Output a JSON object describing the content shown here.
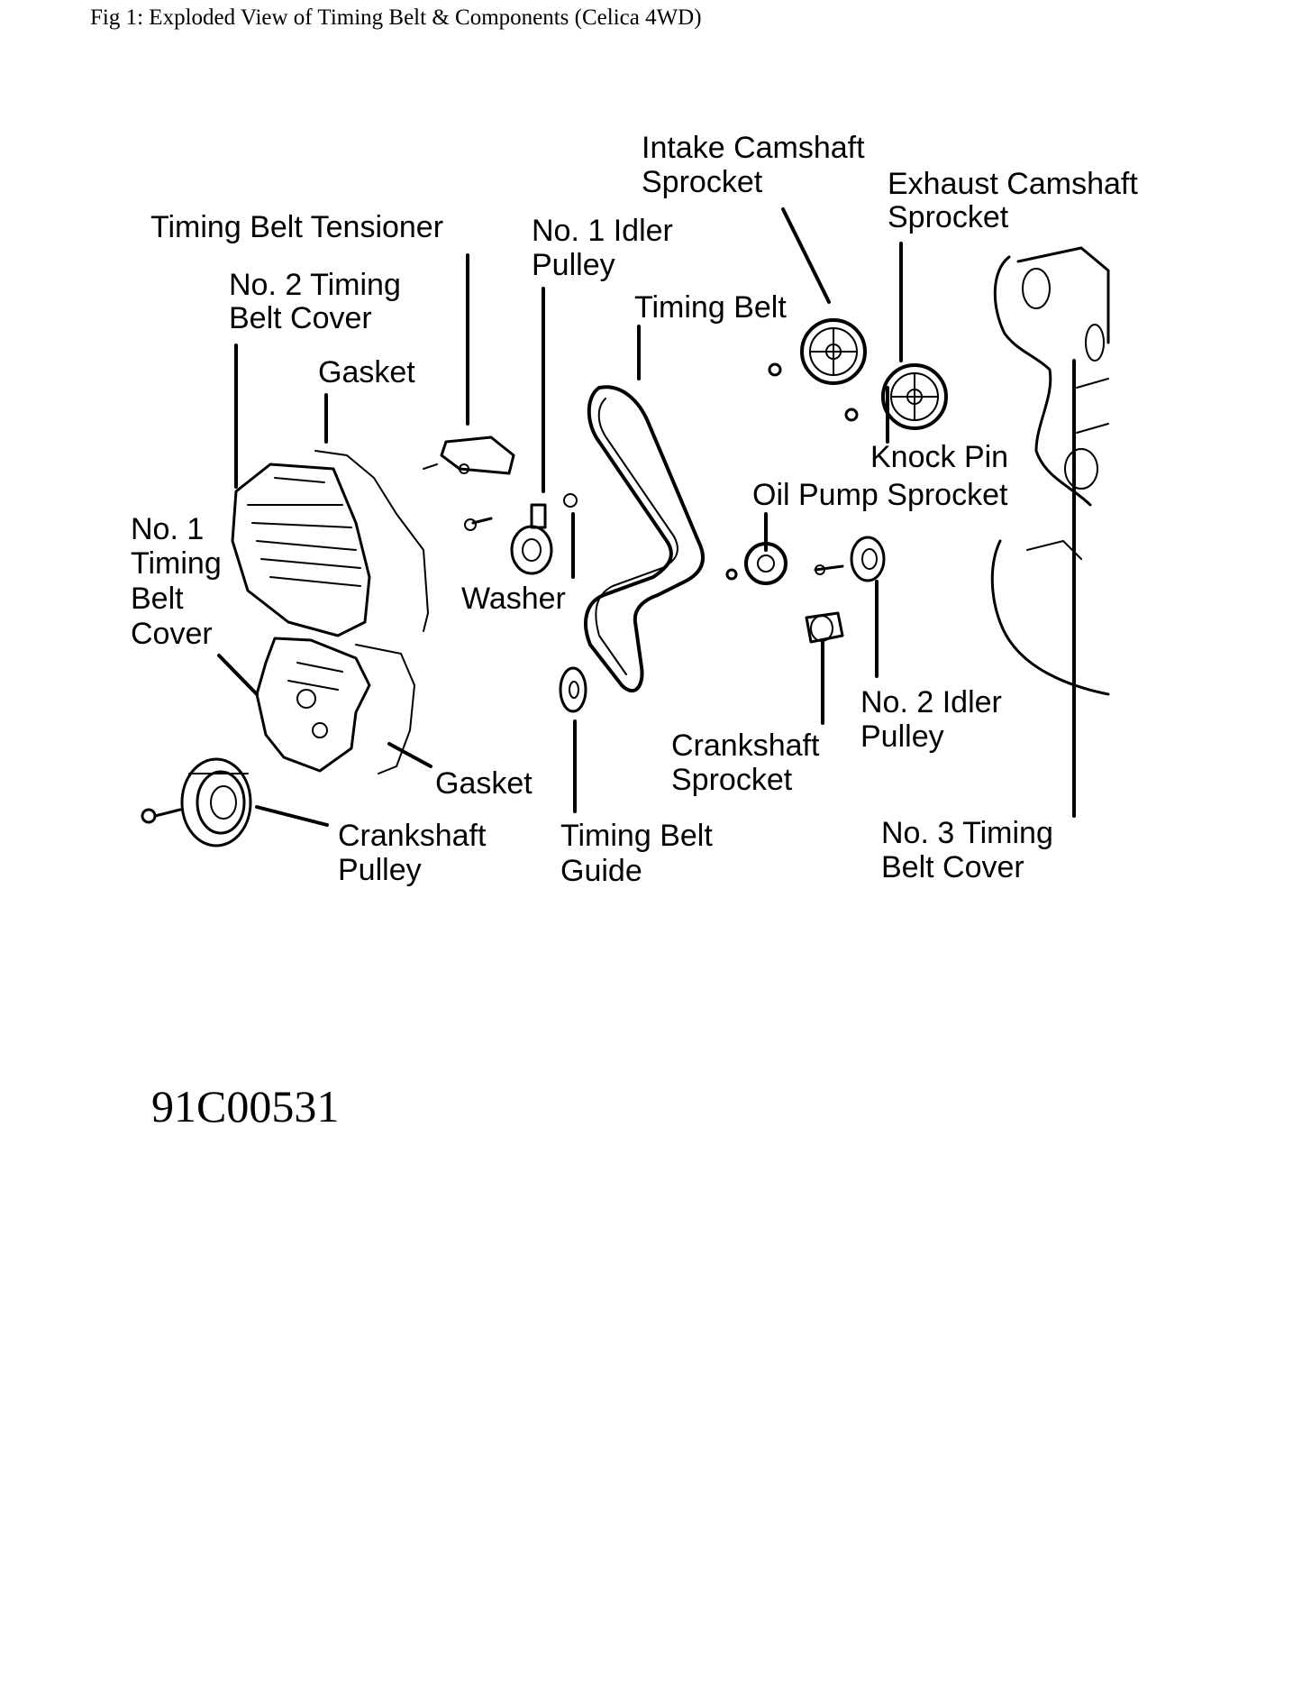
{
  "caption": "Fig 1: Exploded View of Timing Belt & Components (Celica 4WD)",
  "figure_id": "91C00531",
  "labels": {
    "intake_camshaft_sprocket": [
      "Intake Camshaft",
      "Sprocket"
    ],
    "exhaust_camshaft_sprocket": [
      "Exhaust Camshaft",
      "Sprocket"
    ],
    "timing_belt_tensioner": [
      "Timing Belt Tensioner"
    ],
    "no1_idler_pulley": [
      "No. 1 Idler",
      "Pulley"
    ],
    "no2_timing_belt_cover": [
      "No. 2 Timing",
      "Belt Cover"
    ],
    "timing_belt": [
      "Timing Belt"
    ],
    "gasket_upper": [
      "Gasket"
    ],
    "knock_pin": [
      "Knock Pin"
    ],
    "oil_pump_sprocket": [
      "Oil Pump Sprocket"
    ],
    "no1_timing_belt_cover": [
      "No. 1",
      "Timing",
      "Belt",
      "Cover"
    ],
    "washer": [
      "Washer"
    ],
    "no2_idler_pulley": [
      "No. 2 Idler",
      "Pulley"
    ],
    "crankshaft_sprocket": [
      "Crankshaft",
      "Sprocket"
    ],
    "gasket_lower": [
      "Gasket"
    ],
    "crankshaft_pulley": [
      "Crankshaft",
      "Pulley"
    ],
    "timing_belt_guide": [
      "Timing Belt",
      "Guide"
    ],
    "no3_timing_belt_cover": [
      "No. 3 Timing",
      "Belt Cover"
    ]
  }
}
